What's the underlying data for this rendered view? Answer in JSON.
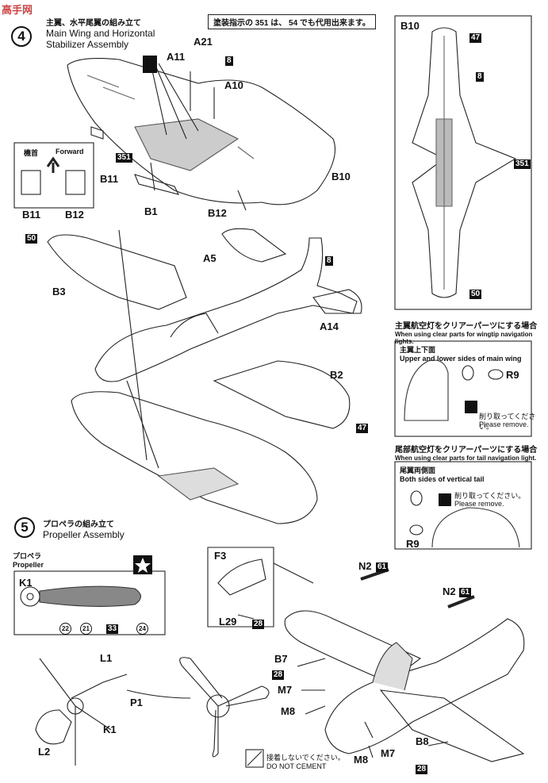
{
  "watermark": "高手网",
  "paint_note": "塗装指示の 351 は、 54 でも代用出来ます。",
  "step4": {
    "title_jp": "主翼、水平尾翼の組み立て",
    "title_en1": "Main Wing and Horizontal",
    "title_en2": "Stabilizer Assembly"
  },
  "orient": {
    "jp": "機首",
    "en": "Forward",
    "left": "B11",
    "right": "B12"
  },
  "step5": {
    "number": "5",
    "title_jp": "プロペラの組み立て",
    "title_en": "Propeller Assembly",
    "prop_jp": "プロペラ",
    "prop_en": "Propeller",
    "k1": "K1",
    "paint": [
      "22",
      "21",
      "33",
      "24"
    ]
  },
  "wingtip": {
    "title_jp": "主翼航空灯をクリアーパーツにする場合",
    "title_en": "When using clear parts for wingtip navigation lights.",
    "sub_jp": "主翼上下面",
    "sub_en": "Upper and lower sides of main wing",
    "part": "R9",
    "remove_jp": "削り取ってください。",
    "remove_en": "Please remove."
  },
  "tail": {
    "title_jp": "尾部航空灯をクリアーパーツにする場合",
    "title_en": "When using clear parts for tail navigation light.",
    "sub_jp": "尾翼両側面",
    "sub_en": "Both sides of vertical tail",
    "part": "R9",
    "remove_jp": "削り取ってください。",
    "remove_en": "Please remove."
  },
  "cement": {
    "jp": "接着しないでください。",
    "en": "DO NOT CEMENT"
  },
  "parts": {
    "A11": "A11",
    "A21": "A21",
    "A10": "A10",
    "A5": "A5",
    "A14": "A14",
    "B1": "B1",
    "B2": "B2",
    "B3": "B3",
    "B7": "B7",
    "B8": "B8",
    "B10": "B10",
    "B11": "B11",
    "B12": "B12",
    "F3": "F3",
    "L1": "L1",
    "L2": "L2",
    "L29": "L29",
    "M7": "M7",
    "M8": "M8",
    "N2": "N2",
    "P1": "P1",
    "K1": "K1"
  },
  "paint_codes": {
    "c8": "8",
    "c351": "351",
    "c50": "50",
    "c47": "47",
    "c61": "61",
    "c28": "28",
    "c54": "54"
  }
}
